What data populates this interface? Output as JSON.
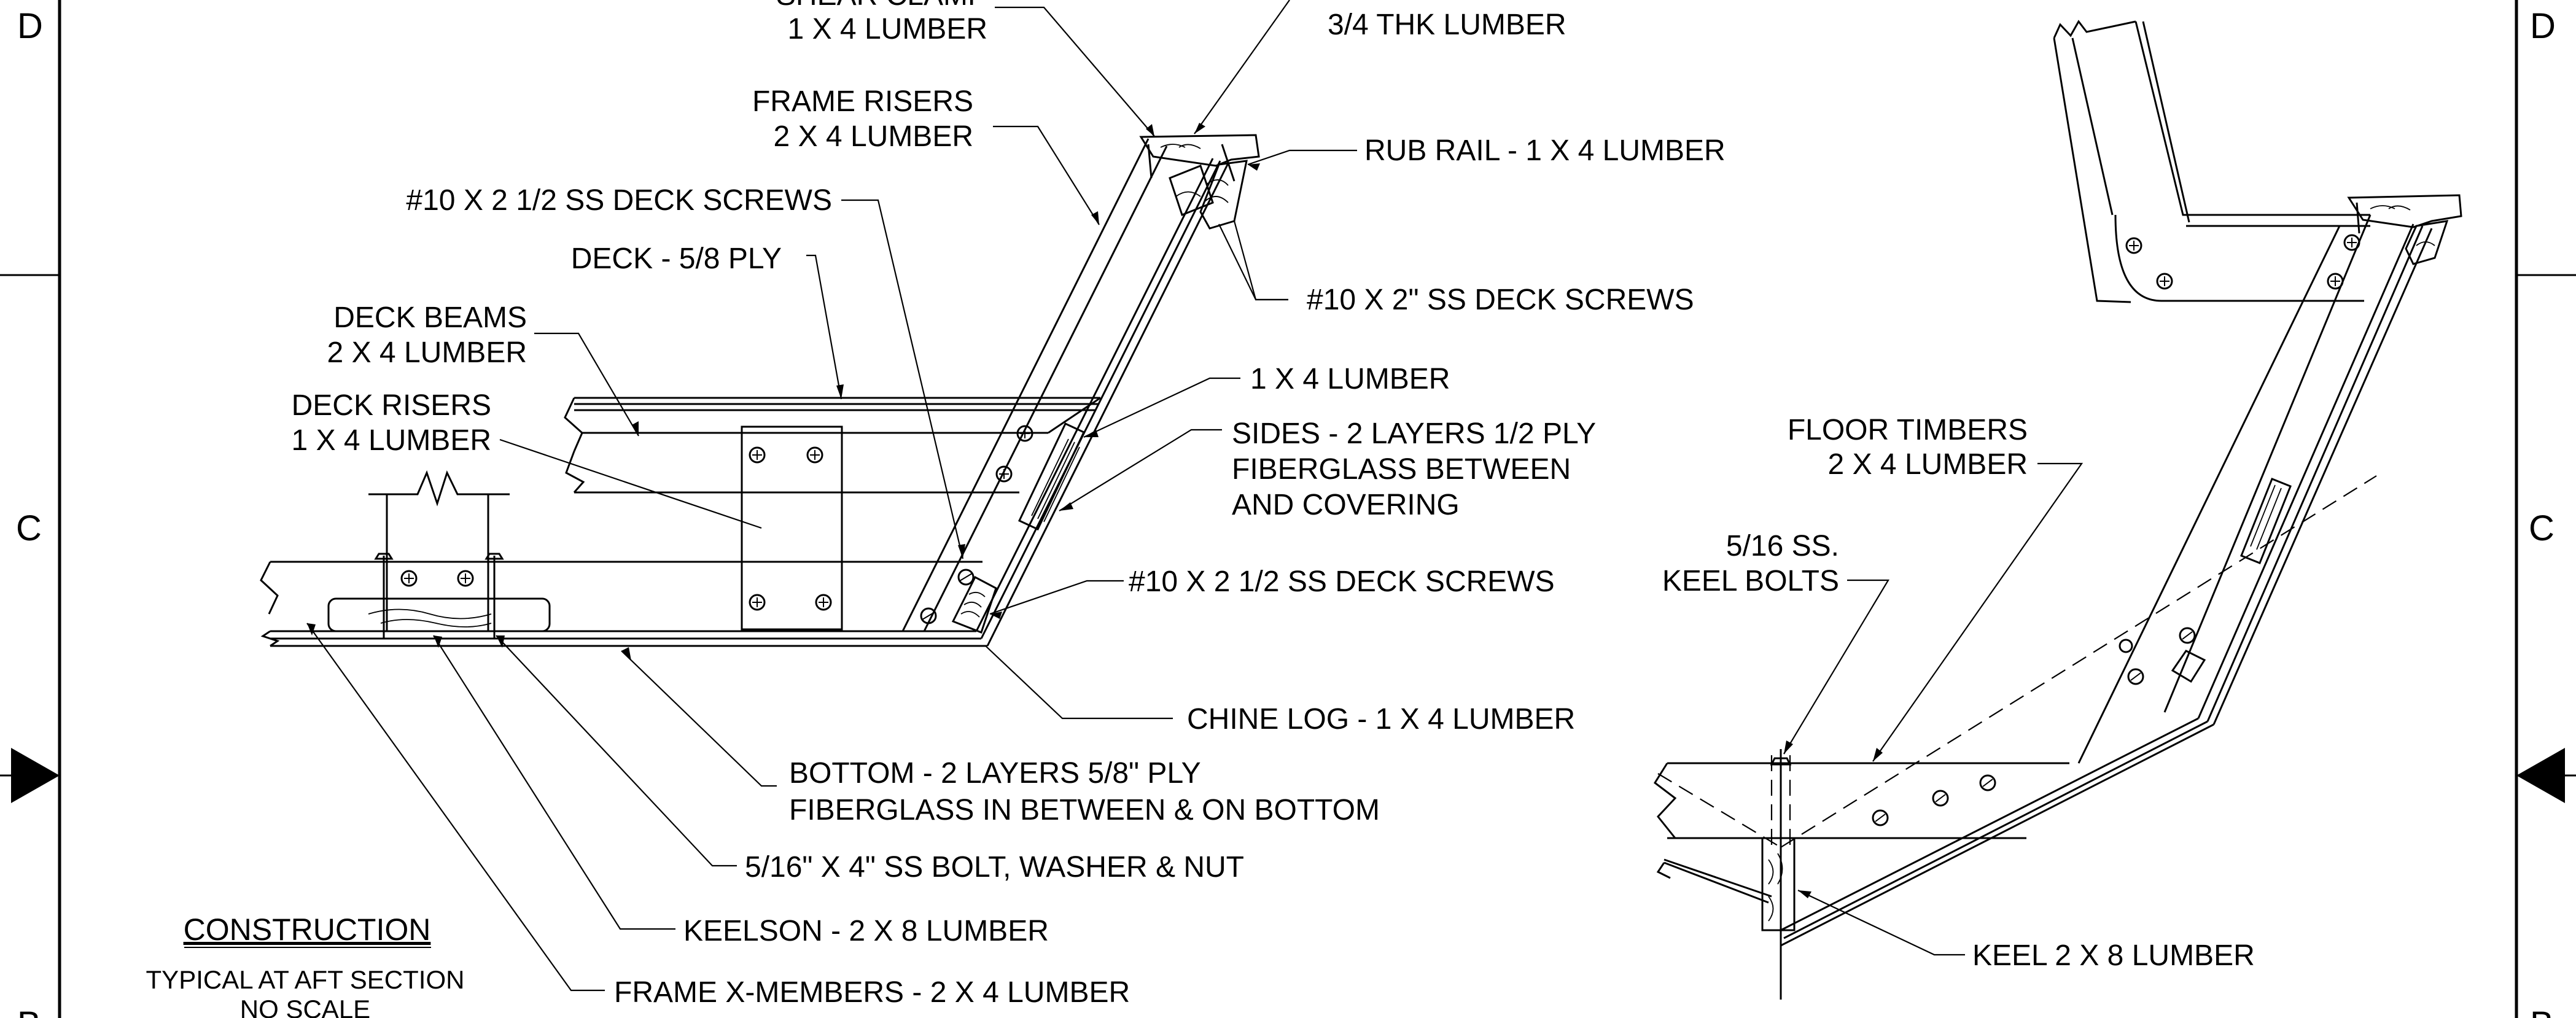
{
  "border": {
    "zones_left": [
      "D",
      "C",
      "B"
    ],
    "zones_right": [
      "D",
      "C",
      "B"
    ]
  },
  "title_block": {
    "title": "CONSTRUCTION",
    "line1": "TYPICAL AT AFT SECTION",
    "line2": "NO SCALE"
  },
  "callouts_left": {
    "shear_clamp_1": "SHEAR CLAMP",
    "shear_clamp_2": "1 X 4 LUMBER",
    "top_lumber": "3/4 THK LUMBER",
    "frame_risers_1": "FRAME RISERS",
    "frame_risers_2": "2 X 4 LUMBER",
    "rub_rail": "RUB RAIL - 1 X 4 LUMBER",
    "deck_screws_top": "#10 X 2 1/2 SS DECK SCREWS",
    "deck": "DECK - 5/8 PLY",
    "deck_screws_2in": "#10 X 2\" SS DECK SCREWS",
    "deck_beams_1": "DECK BEAMS",
    "deck_beams_2": "2 X 4 LUMBER",
    "lumber_1x4": "1 X 4 LUMBER",
    "deck_risers_1": "DECK RISERS",
    "deck_risers_2": "1 X 4 LUMBER",
    "sides_1": "SIDES - 2 LAYERS 1/2 PLY",
    "sides_2": "FIBERGLASS BETWEEN",
    "sides_3": "AND COVERING",
    "deck_screws_lower": "#10 X 2 1/2 SS DECK SCREWS",
    "chine_log": "CHINE LOG - 1 X 4 LUMBER",
    "bottom_1": "BOTTOM - 2 LAYERS 5/8\" PLY",
    "bottom_2": "FIBERGLASS IN BETWEEN & ON BOTTOM",
    "bolt": "5/16\" X 4\" SS BOLT, WASHER & NUT",
    "keelson": "KEELSON - 2 X 8 LUMBER",
    "frame_xmembers": "FRAME X-MEMBERS - 2 X 4 LUMBER"
  },
  "callouts_right": {
    "floor_timbers_1": "FLOOR TIMBERS",
    "floor_timbers_2": "2 X 4 LUMBER",
    "keel_bolts_1": "5/16 SS.",
    "keel_bolts_2": "KEEL BOLTS",
    "keel": "KEEL 2 X 8 LUMBER"
  }
}
